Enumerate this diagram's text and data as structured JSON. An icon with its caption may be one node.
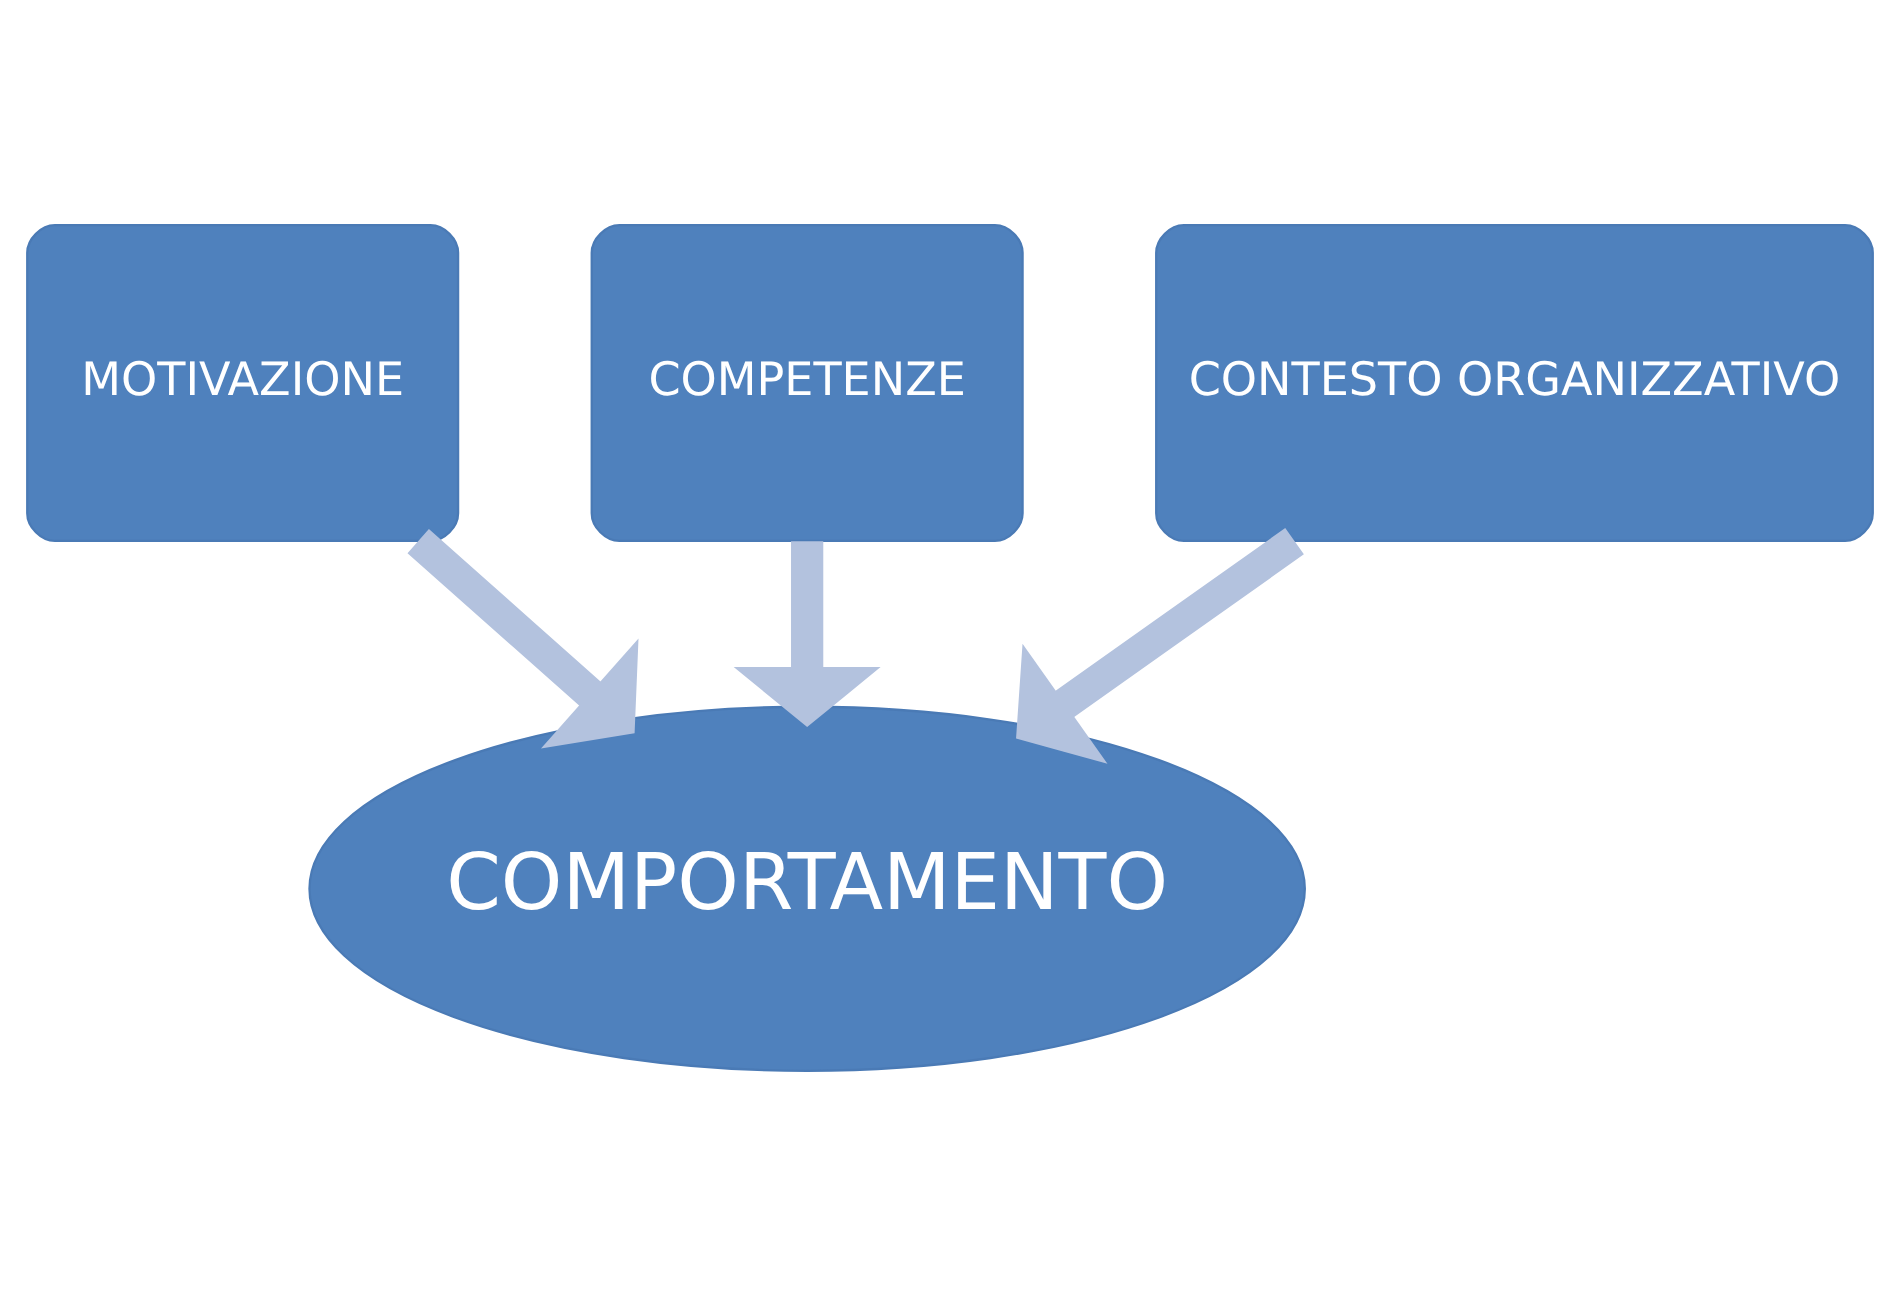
{
  "diagram": {
    "nodes": [
      {
        "text": [
          "MOTIVAZIONE"
        ]
      },
      {
        "text": [
          "COMPETENZE"
        ]
      },
      {
        "text": [
          "CONTESTO ORGANIZZATIVO"
        ]
      },
      {
        "text": [
          "COMPORTAMENTO"
        ]
      }
    ],
    "edges": [
      {
        "from": 0,
        "to": 3,
        "arrow": "to"
      },
      {
        "from": 1,
        "to": 3,
        "arrow": "to"
      },
      {
        "from": 2,
        "to": 3,
        "arrow": "to"
      }
    ]
  }
}
